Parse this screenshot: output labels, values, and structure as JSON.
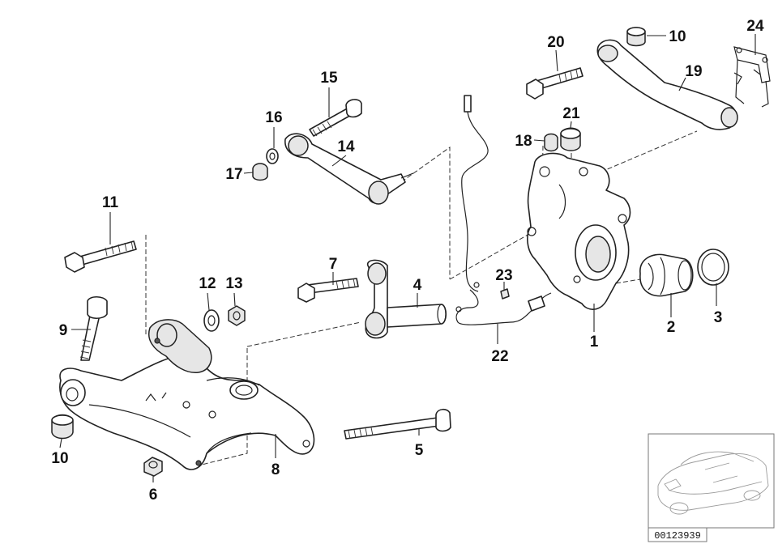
{
  "callouts": [
    {
      "id": "c1",
      "label": "1"
    },
    {
      "id": "c2",
      "label": "2"
    },
    {
      "id": "c3",
      "label": "3"
    },
    {
      "id": "c4",
      "label": "4"
    },
    {
      "id": "c5",
      "label": "5"
    },
    {
      "id": "c6",
      "label": "6"
    },
    {
      "id": "c7",
      "label": "7"
    },
    {
      "id": "c8",
      "label": "8"
    },
    {
      "id": "c9",
      "label": "9"
    },
    {
      "id": "c10a",
      "label": "10"
    },
    {
      "id": "c10b",
      "label": "10"
    },
    {
      "id": "c11",
      "label": "11"
    },
    {
      "id": "c12",
      "label": "12"
    },
    {
      "id": "c13",
      "label": "13"
    },
    {
      "id": "c14",
      "label": "14"
    },
    {
      "id": "c15",
      "label": "15"
    },
    {
      "id": "c16",
      "label": "16"
    },
    {
      "id": "c17",
      "label": "17"
    },
    {
      "id": "c18",
      "label": "18"
    },
    {
      "id": "c19",
      "label": "19"
    },
    {
      "id": "c20",
      "label": "20"
    },
    {
      "id": "c21",
      "label": "21"
    },
    {
      "id": "c22",
      "label": "22"
    },
    {
      "id": "c23",
      "label": "23"
    },
    {
      "id": "c24",
      "label": "24"
    }
  ],
  "reference": {
    "code": "00123939"
  }
}
